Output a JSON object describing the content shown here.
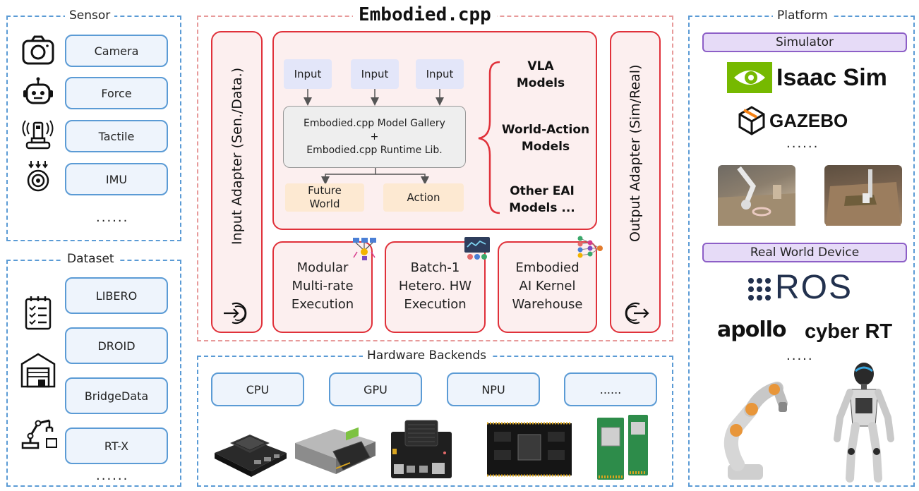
{
  "title": "Embodied.cpp",
  "sensor": {
    "title": "Sensor",
    "items": [
      {
        "label": "Camera",
        "icon": "camera-icon"
      },
      {
        "label": "Force",
        "icon": "robot-head-icon"
      },
      {
        "label": "Tactile",
        "icon": "tactile-sensor-icon"
      },
      {
        "label": "IMU",
        "icon": "imu-icon"
      }
    ],
    "more": "......"
  },
  "dataset": {
    "title": "Dataset",
    "items": [
      {
        "label": "LIBERO",
        "icon": "clipboard-checklist-icon"
      },
      {
        "label": "DROID",
        "icon": "warehouse-icon"
      },
      {
        "label": "BridgeData",
        "icon": "warehouse-icon"
      },
      {
        "label": "RT-X",
        "icon": "robot-arm-icon"
      }
    ],
    "more": "......"
  },
  "core": {
    "input_adapter": "Input Adapter (Sen./Data.)",
    "output_adapter": "Output Adapter (Sim/Real)",
    "inputs": [
      "Input",
      "Input",
      "Input"
    ],
    "gallery_line1": "Embodied.cpp Model Gallery",
    "gallery_plus": "+",
    "gallery_line2": "Embodied.cpp Runtime Lib.",
    "outputs": [
      "Future World",
      "Action"
    ],
    "models": [
      "VLA Models",
      "World-Action Models",
      "Other EAI Models ..."
    ],
    "features": [
      {
        "l1": "Modular",
        "l2": "Multi-rate",
        "l3": "Execution"
      },
      {
        "l1": "Batch-1",
        "l2": "Hetero. HW",
        "l3": "Execution"
      },
      {
        "l1": "Embodied",
        "l2": "AI Kernel",
        "l3": "Warehouse"
      }
    ]
  },
  "hardware": {
    "title": "Hardware Backends",
    "items": [
      "CPU",
      "GPU",
      "NPU",
      "......"
    ]
  },
  "platform": {
    "title": "Platform",
    "simulator": "Simulator",
    "sims": [
      "Isaac Sim",
      "GAZEBO"
    ],
    "sim_more": "......",
    "real": "Real World Device",
    "reals": [
      "ROS",
      "apollo",
      "cyber RT"
    ],
    "real_more": "....."
  },
  "colors": {
    "blue": "#5b9bd5",
    "red": "#e0313a",
    "nvidia_green": "#76b900",
    "purple": "#8d5fc7"
  }
}
